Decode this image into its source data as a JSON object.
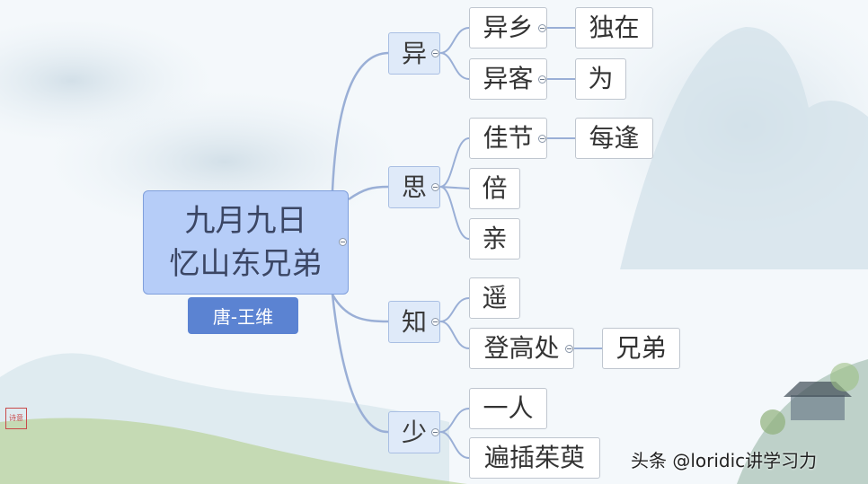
{
  "root": {
    "line1": "九月九日",
    "line2": "忆山东兄弟"
  },
  "author": "唐-王维",
  "branches": {
    "yi": {
      "label": "异",
      "children": {
        "yixiang": {
          "label": "异乡",
          "child": "独在"
        },
        "yike": {
          "label": "异客",
          "child": "为"
        }
      }
    },
    "si": {
      "label": "思",
      "children": {
        "jiajie": {
          "label": "佳节",
          "child": "每逢"
        },
        "bei": {
          "label": "倍"
        },
        "qin": {
          "label": "亲"
        }
      }
    },
    "zhi": {
      "label": "知",
      "children": {
        "yao": {
          "label": "遥"
        },
        "denggaochu": {
          "label": "登高处",
          "child": "兄弟"
        }
      }
    },
    "shao": {
      "label": "少",
      "children": {
        "yiren": {
          "label": "一人"
        },
        "bianchazhuyu": {
          "label": "遍插茱萸"
        }
      }
    }
  },
  "seal_text": "诗意",
  "watermark": "头条 @loridic讲学习力",
  "colors": {
    "root_fill": "#b6cdf8",
    "author_fill": "#5b83d2",
    "branch_fill": "#dfeaf9",
    "connector": "#9aafd6"
  }
}
